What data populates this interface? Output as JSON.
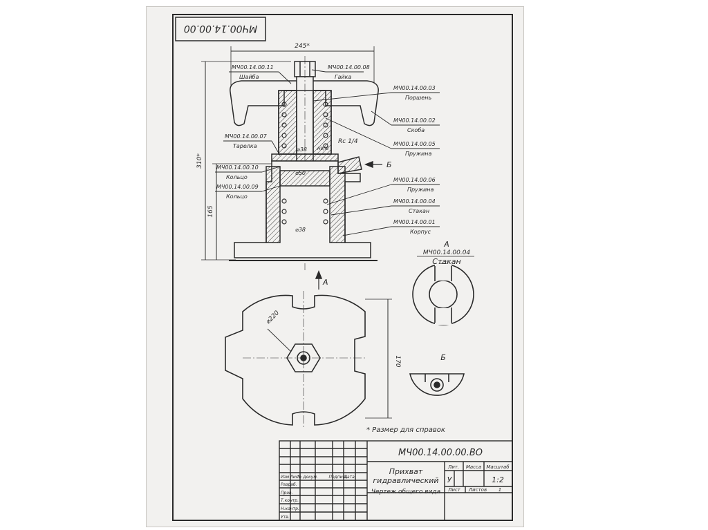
{
  "sheet": {
    "corner_code": "МЧ00.14.00.00",
    "overall_width": "245*",
    "overall_height": "310*",
    "height_lower": "165",
    "dim_170": "170",
    "dim_d220": "⌀220",
    "dim_d38_top": "⌀38",
    "dim_d38_bot": "⌀38",
    "dim_d50": "⌀50",
    "fit_text": "H8/f8",
    "thread": "Rc 1/4",
    "view_arrow_b": "Б",
    "view_arrow_a": "А",
    "note": "* Размер для справок"
  },
  "callouts": [
    {
      "code": "МЧ00.14.00.11",
      "name": "Шайба"
    },
    {
      "code": "МЧ00.14.00.08",
      "name": "Гайка"
    },
    {
      "code": "МЧ00.14.00.03",
      "name": "Поршень"
    },
    {
      "code": "МЧ00.14.00.02",
      "name": "Скоба"
    },
    {
      "code": "МЧ00.14.00.05",
      "name": "Пружина"
    },
    {
      "code": "МЧ00.14.00.07",
      "name": "Тарелка"
    },
    {
      "code": "МЧ00.14.00.10",
      "name": "Кольцо"
    },
    {
      "code": "МЧ00.14.00.09",
      "name": "Кольцо"
    },
    {
      "code": "МЧ00.14.00.06",
      "name": "Пружина"
    },
    {
      "code": "МЧ00.14.00.04",
      "name": "Стакан"
    },
    {
      "code": "МЧ00.14.00.01",
      "name": "Корпус"
    }
  ],
  "view_a": {
    "letter": "А",
    "code": "МЧ00.14.00.04",
    "name": "Стакан"
  },
  "view_b": {
    "letter": "Б"
  },
  "title_block": {
    "designation": "МЧ00.14.00.00.ВО",
    "title_line1": "Прихват",
    "title_line2": "гидравлический",
    "title_line3": "Чертеж общего вида",
    "lit_header": "Лит.",
    "mass_header": "Масса",
    "scale_header": "Масштаб",
    "lit_value": "У",
    "scale_value": "1:2",
    "sheet_label": "Лист",
    "sheets_label": "Листов",
    "sheets_value": "1",
    "col_izm": "Изм",
    "col_list": "Лист",
    "col_doc": "№ докум.",
    "col_sign": "Подпись",
    "col_date": "Дата",
    "row_razrab": "Разраб.",
    "row_prov": "Пров.",
    "row_tkontr": "Т.контр.",
    "row_nkontr": "Н.контр.",
    "row_utv": "Утв."
  },
  "colors": {
    "ink": "#2a2a2a",
    "paper": "#f2f1ef"
  }
}
